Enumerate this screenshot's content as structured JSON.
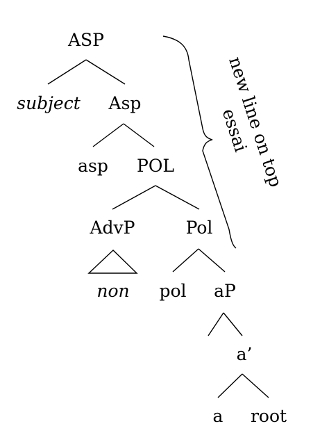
{
  "tree": {
    "nodes": {
      "asp_phrase": "ASP",
      "subject": "subject",
      "asp_bar": "Asp",
      "asp_head": "asp",
      "pol_phrase": "POL",
      "advp": "AdvP",
      "pol_bar": "Pol",
      "non": "non",
      "pol_head": "pol",
      "ap": "aP",
      "a_prime": "a’",
      "a_head": "a",
      "root": "root"
    },
    "annotation": {
      "line1": "new line on top",
      "line2": "essai"
    }
  }
}
